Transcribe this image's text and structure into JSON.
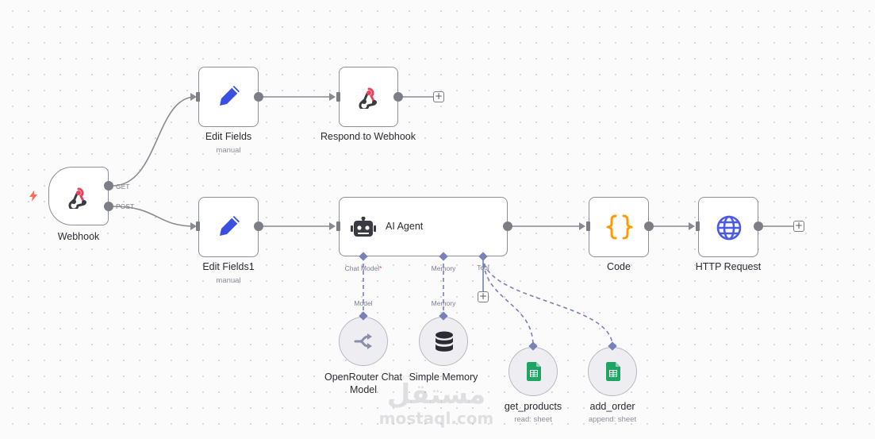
{
  "nodes": {
    "webhook": {
      "name": "Webhook",
      "out_get": "GET",
      "out_post": "POST"
    },
    "edit_fields": {
      "name": "Edit Fields",
      "sub": "manual"
    },
    "respond_webhook": {
      "name": "Respond to Webhook"
    },
    "edit_fields1": {
      "name": "Edit Fields1",
      "sub": "manual"
    },
    "ai_agent": {
      "name": "AI Agent",
      "port_chat_model": "Chat Model",
      "port_required_mark": "*",
      "port_memory": "Memory",
      "port_tool": "Tool"
    },
    "code": {
      "name": "Code"
    },
    "http_request": {
      "name": "HTTP Request"
    },
    "openrouter": {
      "name": "OpenRouter Chat Model",
      "port": "Model"
    },
    "simple_memory": {
      "name": "Simple Memory",
      "port": "Memory"
    },
    "get_products": {
      "name": "get_products",
      "sub": "read: sheet"
    },
    "add_order": {
      "name": "add_order",
      "sub": "append: sheet"
    }
  },
  "watermark": {
    "arabic": "مستقل",
    "latin": "mostaql.com"
  },
  "icons": {
    "webhook": "webhook-icon",
    "edit": "pencil-icon",
    "agent": "robot-icon",
    "code": "braces-icon",
    "http": "globe-icon",
    "openrouter": "openrouter-icon",
    "memory": "database-icon",
    "sheets": "google-sheets-icon",
    "trigger": "lightning-bolt-icon"
  },
  "colors": {
    "pencil": "#3a4ee0",
    "webhook_red": "#e8425d",
    "code_orange": "#ff9a00",
    "globe": "#4a5ae8",
    "sheets_green": "#1fa463",
    "connection": "#8a8a92",
    "ai_connection": "#7a80b8"
  }
}
